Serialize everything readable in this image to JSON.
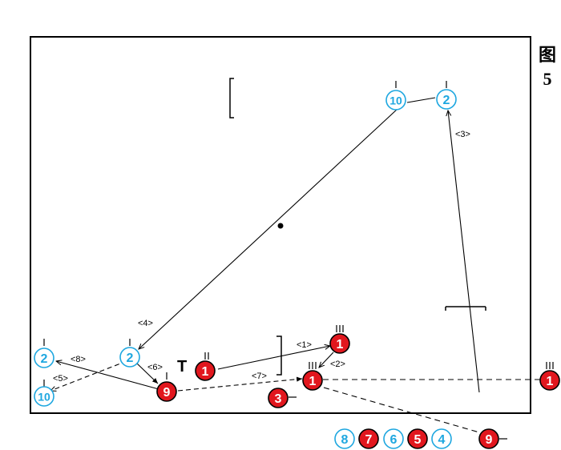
{
  "figure": {
    "label_line1": "图",
    "label_line2": "5"
  },
  "colors": {
    "blue_fill": "#ffffff",
    "blue_ring": "#1ea7e0",
    "blue_text": "#1ea7e0",
    "red_fill": "#e1171e",
    "red_text": "#ffffff",
    "line": "#000000"
  },
  "t_marker": "T",
  "players": [
    {
      "id": "blue-10-top",
      "team": "blue",
      "number": "10"
    },
    {
      "id": "blue-2-top",
      "team": "blue",
      "number": "2"
    },
    {
      "id": "blue-2-left",
      "team": "blue",
      "number": "2"
    },
    {
      "id": "blue-10-left",
      "team": "blue",
      "number": "10"
    },
    {
      "id": "blue-2-mid",
      "team": "blue",
      "number": "2"
    },
    {
      "id": "red-1-ball",
      "team": "red",
      "number": "1"
    },
    {
      "id": "red-1-upper",
      "team": "red",
      "number": "1"
    },
    {
      "id": "red-1-lower",
      "team": "red",
      "number": "1"
    },
    {
      "id": "red-1-right",
      "team": "red",
      "number": "1"
    },
    {
      "id": "red-9",
      "team": "red",
      "number": "9"
    },
    {
      "id": "red-3",
      "team": "red",
      "number": "3"
    },
    {
      "id": "red-9-outside",
      "team": "red",
      "number": "9"
    },
    {
      "id": "bench-8",
      "team": "blue",
      "number": "8"
    },
    {
      "id": "bench-7",
      "team": "red",
      "number": "7"
    },
    {
      "id": "bench-6",
      "team": "blue",
      "number": "6"
    },
    {
      "id": "bench-5",
      "team": "red",
      "number": "5"
    },
    {
      "id": "bench-4",
      "team": "blue",
      "number": "4"
    }
  ],
  "step_labels": [
    "<1>",
    "<2>",
    "<3>",
    "<4>",
    "<5>",
    "<6>",
    "<7>",
    "<8>"
  ]
}
